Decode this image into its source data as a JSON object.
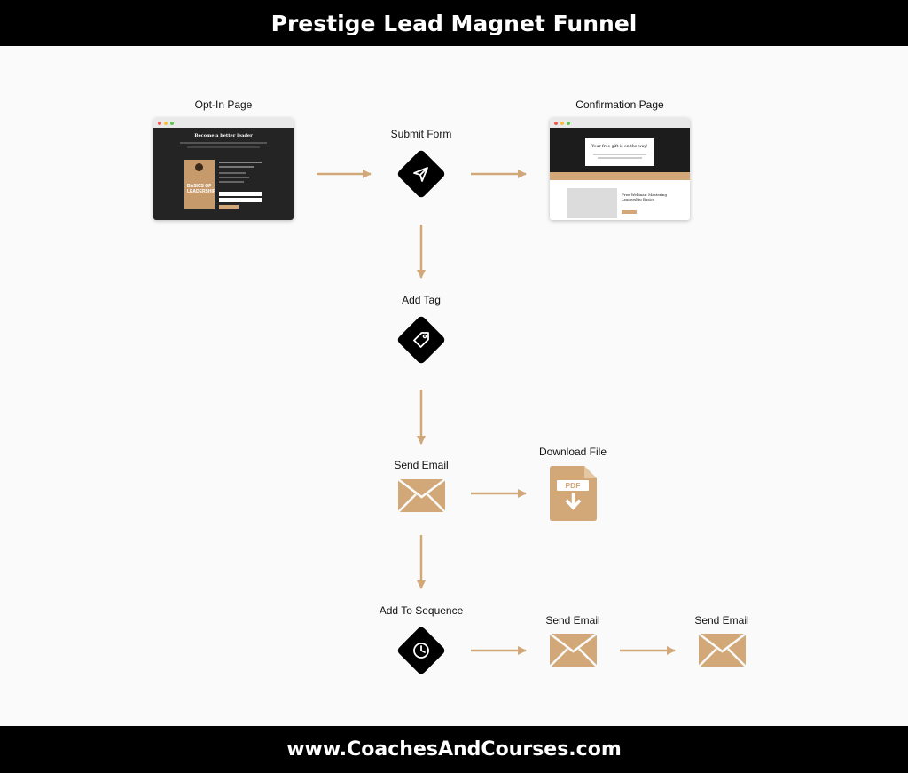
{
  "header": {
    "title": "Prestige Lead Magnet Funnel"
  },
  "footer": {
    "url": "www.CoachesAndCourses.com"
  },
  "steps": {
    "optin": {
      "label": "Opt-In Page"
    },
    "submit": {
      "label": "Submit Form"
    },
    "confirmation": {
      "label": "Confirmation Page"
    },
    "tag": {
      "label": "Add Tag"
    },
    "email1": {
      "label": "Send Email"
    },
    "download": {
      "label": "Download File"
    },
    "sequence": {
      "label": "Add To Sequence"
    },
    "email2": {
      "label": "Send Email"
    },
    "email3": {
      "label": "Send Email"
    }
  },
  "optin_preview": {
    "headline": "Become a better leader",
    "book_title_line1": "BASICS OF",
    "book_title_line2": "LEADERSHIP"
  },
  "confirmation_preview": {
    "headline": "Your free gift is on the way!",
    "webinar_line1": "Free Webinar: Mastering",
    "webinar_line2": "Leadership Basics"
  },
  "download_icon": {
    "text": "PDF"
  },
  "colors": {
    "accent": "#d2a878",
    "dark": "#000000",
    "background": "#fafafa"
  },
  "icons": {
    "submit": "paper-plane-icon",
    "tag": "tag-icon",
    "email": "envelope-icon",
    "download": "pdf-download-icon",
    "sequence": "clock-icon"
  }
}
